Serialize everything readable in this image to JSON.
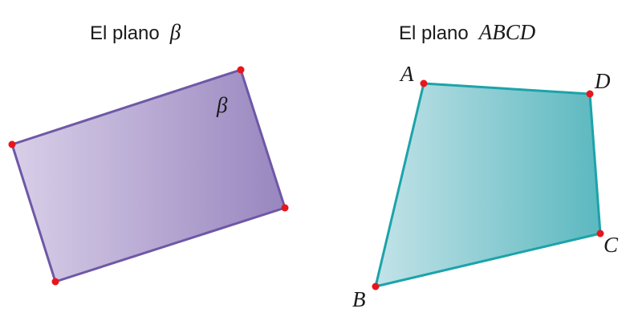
{
  "left_figure": {
    "title_text": "El plano",
    "title_symbol": "β",
    "plane_label": "β",
    "fill_start": "#d9cfe8",
    "fill_end": "#9886bf",
    "edge_color": "#6e58a6"
  },
  "right_figure": {
    "title_text": "El plano",
    "title_symbol": "ABCD",
    "vertex_labels": {
      "a": "A",
      "b": "B",
      "c": "C",
      "d": "D"
    },
    "fill_start": "#c2e3e8",
    "fill_end": "#5bb8bf",
    "edge_color": "#1ca3aa"
  },
  "point_color": "#e8161b"
}
